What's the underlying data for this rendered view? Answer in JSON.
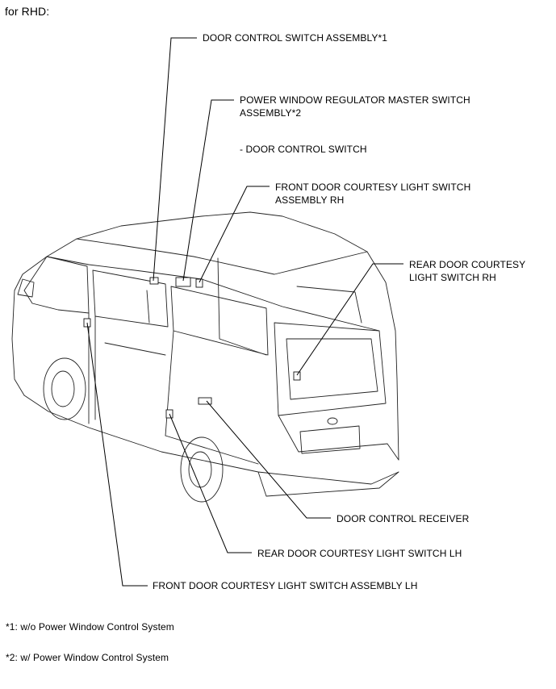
{
  "header": "for RHD:",
  "labels": {
    "door_control_switch_assy": "DOOR CONTROL SWITCH ASSEMBLY*1",
    "pw_master_switch_line1": "POWER WINDOW REGULATOR MASTER SWITCH",
    "pw_master_switch_line2": "ASSEMBLY*2",
    "door_control_switch": "- DOOR CONTROL SWITCH",
    "front_rh_line1": "FRONT DOOR COURTESY LIGHT SWITCH",
    "front_rh_line2": "ASSEMBLY RH",
    "rear_rh_line1": "REAR DOOR COURTESY",
    "rear_rh_line2": "LIGHT SWITCH RH",
    "door_control_receiver": "DOOR CONTROL RECEIVER",
    "rear_lh": "REAR DOOR COURTESY LIGHT SWITCH LH",
    "front_lh": "FRONT DOOR COURTESY LIGHT SWITCH ASSEMBLY LH"
  },
  "notes": {
    "note1": "*1: w/o Power Window Control System",
    "note2": "*2: w/ Power Window Control System"
  }
}
